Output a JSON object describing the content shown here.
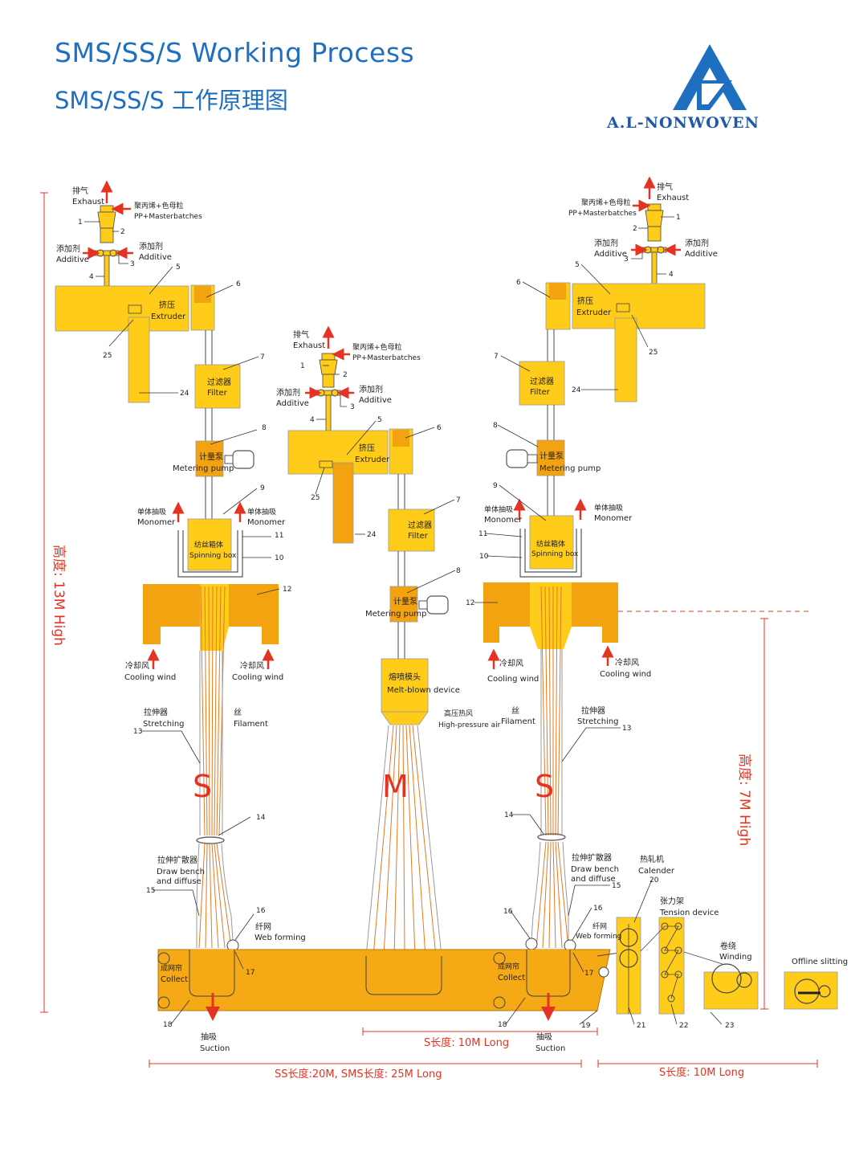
{
  "title_en": "SMS/SS/S Working Process",
  "title_zh": "SMS/SS/S 工作原理图",
  "logo_text": "A.L-NONWOVEN",
  "colors": {
    "machine": "#ffcc1a",
    "dark": "#f4a310",
    "bed": "#f5a914",
    "red": "#e53323",
    "blue": "#1f6fc1",
    "fiber": "#e27a22"
  },
  "labels": {
    "exhaust_zh": "排气",
    "exhaust_en": "Exhaust",
    "pp_zh": "聚丙烯+色母粒",
    "pp_en": "PP+Masterbatches",
    "additive_zh": "添加剂",
    "additive_en": "Additive",
    "extruder_zh": "挤压",
    "extruder_en": "Extruder",
    "filter_zh": "过滤器",
    "filter_en": "Filter",
    "pump_zh": "计量泵",
    "pump_en": "Metering pump",
    "monomer_zh": "单体抽吸",
    "monomer_zh_alt": "单体抽吸",
    "monomer_en": "Monomer",
    "spin_zh": "纺丝箱体",
    "spin_en": "Spinning box",
    "cooling_zh": "冷却风",
    "cooling_en": "Cooling wind",
    "stretch_zh": "拉伸器",
    "stretch_en": "Stretching",
    "filament_zh": "丝",
    "filament_en": "Filament",
    "draw_zh": "拉伸扩散器",
    "draw_en1": "Draw bench",
    "draw_en2": "and diffuse",
    "web_zh": "纤网",
    "web_en": "Web forming",
    "collect_zh": "成网帘",
    "collect_en": "Collect",
    "suction_zh": "抽吸",
    "suction_en": "Suction",
    "meltblown_zh": "熔喷模头",
    "meltblown_en": "Melt-blown device",
    "hpair_zh": "高压热风",
    "hpair_en": "High-pressure air",
    "calender_zh": "热轧机",
    "calender_en": "Calender",
    "tension_zh": "张力架",
    "tension_en": "Tension device",
    "winding_zh": "卷绕",
    "winding_en": "Winding",
    "offline": "Offline slitting"
  },
  "letters": {
    "s": "S",
    "m": "M"
  },
  "numbers": [
    "1",
    "2",
    "3",
    "4",
    "5",
    "6",
    "7",
    "8",
    "9",
    "10",
    "11",
    "12",
    "13",
    "14",
    "15",
    "16",
    "17",
    "18",
    "19",
    "20",
    "21",
    "22",
    "23",
    "24",
    "25"
  ],
  "dimensions": {
    "height13": "高度: 13M High",
    "height7": "高度: 7M High",
    "s_len_mid": "S长度: 10M Long",
    "ss_len": "SS长度:20M, SMS长度: 25M Long",
    "s_len_right": "S长度: 10M Long"
  }
}
